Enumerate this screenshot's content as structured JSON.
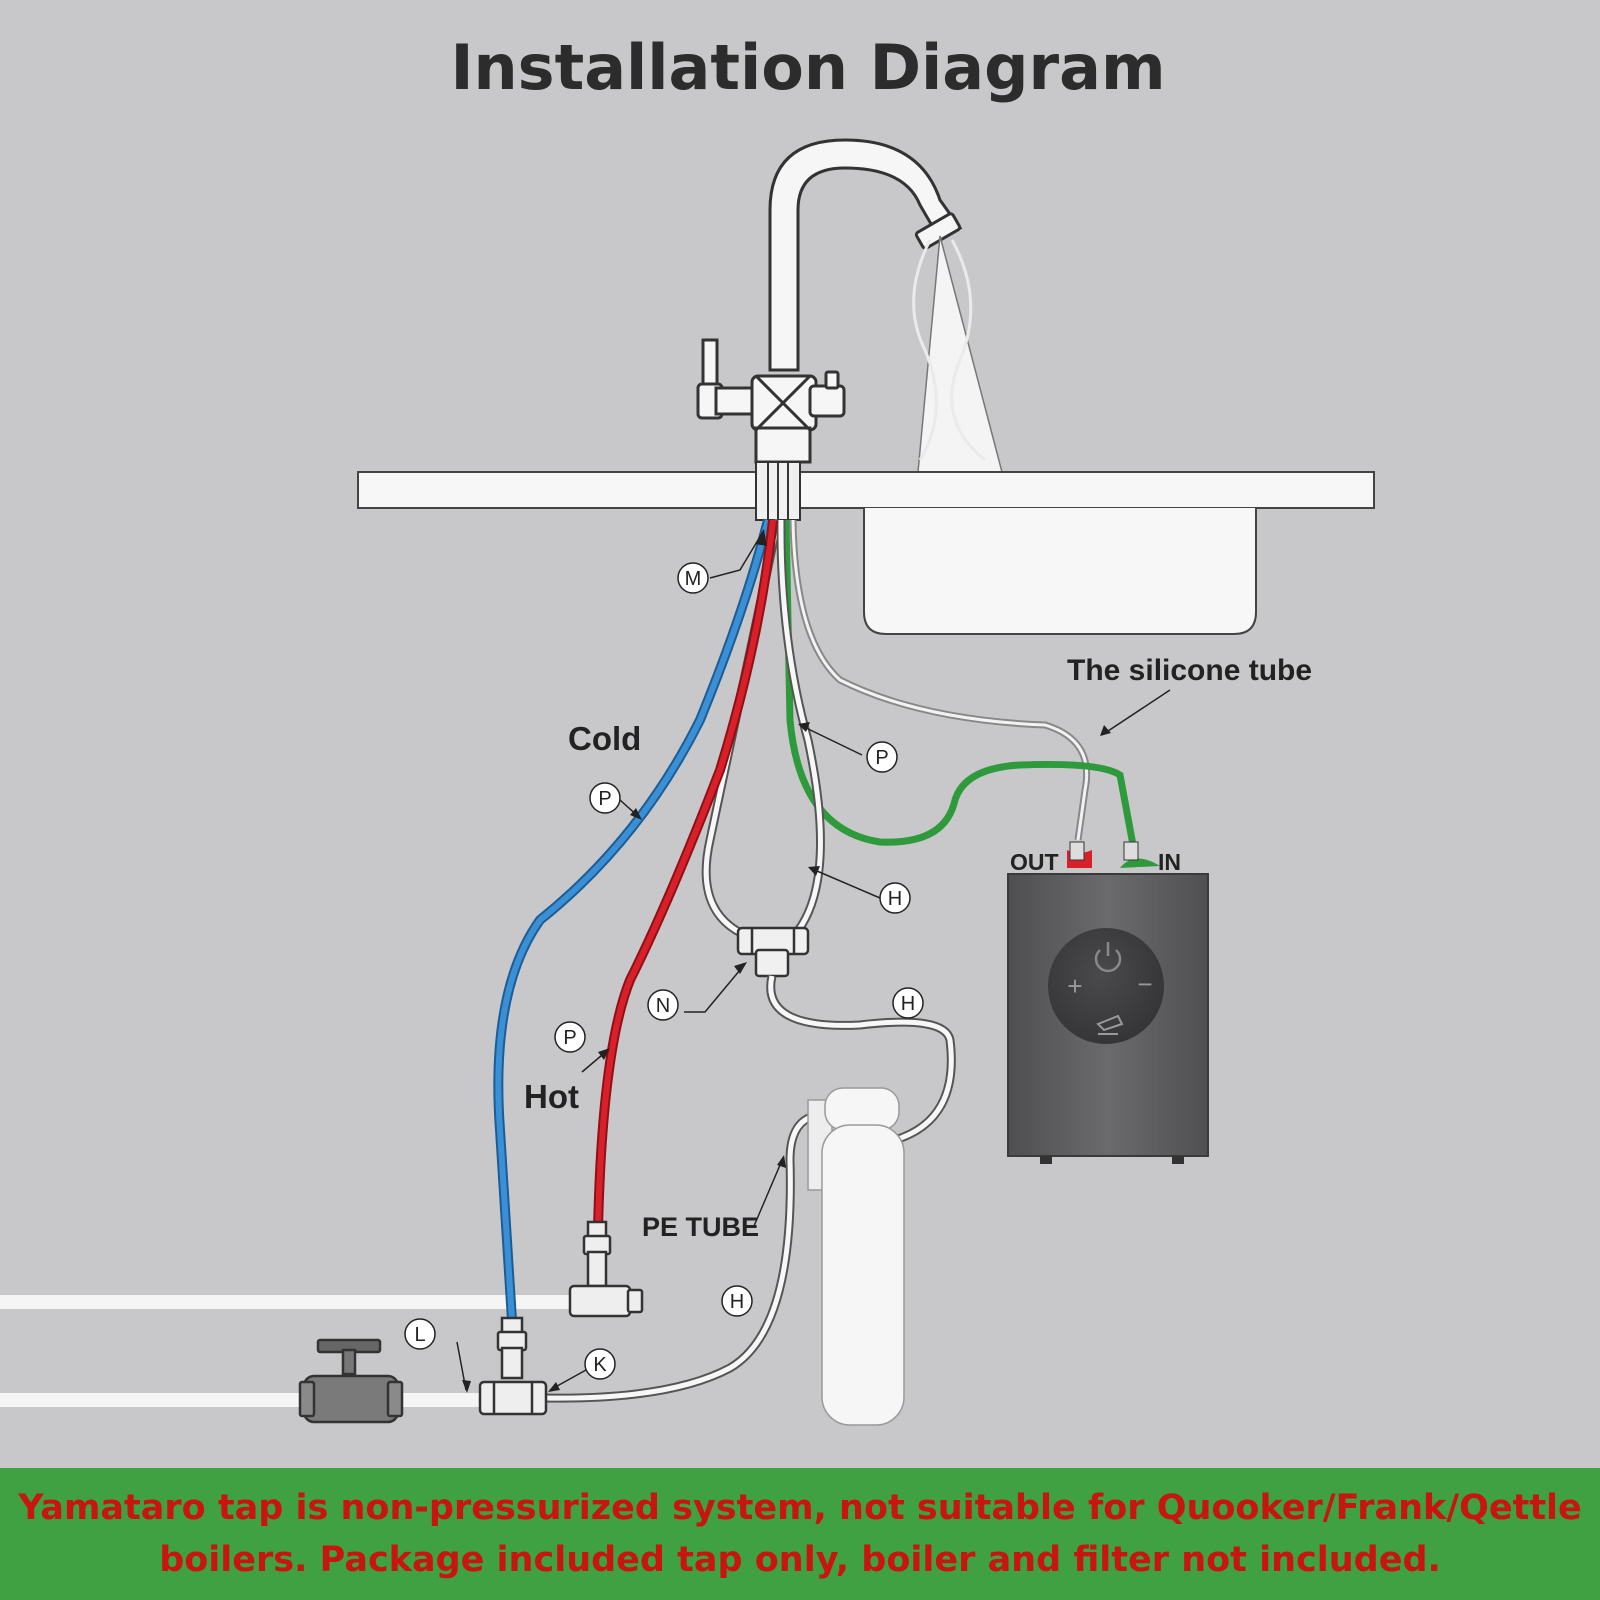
{
  "title": "Installation Diagram",
  "labels": {
    "cold": "Cold",
    "hot": "Hot",
    "silicone_tube": "The silicone tube",
    "pe_tube": "PE TUBE",
    "boiler_out": "OUT",
    "boiler_in": "IN"
  },
  "callouts": {
    "m": "M",
    "p_cold": "P",
    "p_hot": "P",
    "p_green": "P",
    "h_upper": "H",
    "h_mid": "H",
    "h_lower": "H",
    "n": "N",
    "l": "L",
    "k": "K"
  },
  "boiler_panel": {
    "plus": "+",
    "minus": "−"
  },
  "notice": {
    "line1": "Yamataro tap is non-pressurized system, not suitable for Quooker/Frank/Qettle",
    "line2": "boilers. Package included tap only, boiler and filter not included."
  },
  "colors": {
    "background": "#c8c8ca",
    "cold_pipe": "#3b8fd4",
    "hot_pipe": "#d8202a",
    "green_pipe": "#2e9a3c",
    "banner": "#3fa142",
    "banner_text": "#c8150f",
    "boiler": "#5f5f61"
  },
  "icons": [
    "power-icon",
    "kettle-icon"
  ]
}
